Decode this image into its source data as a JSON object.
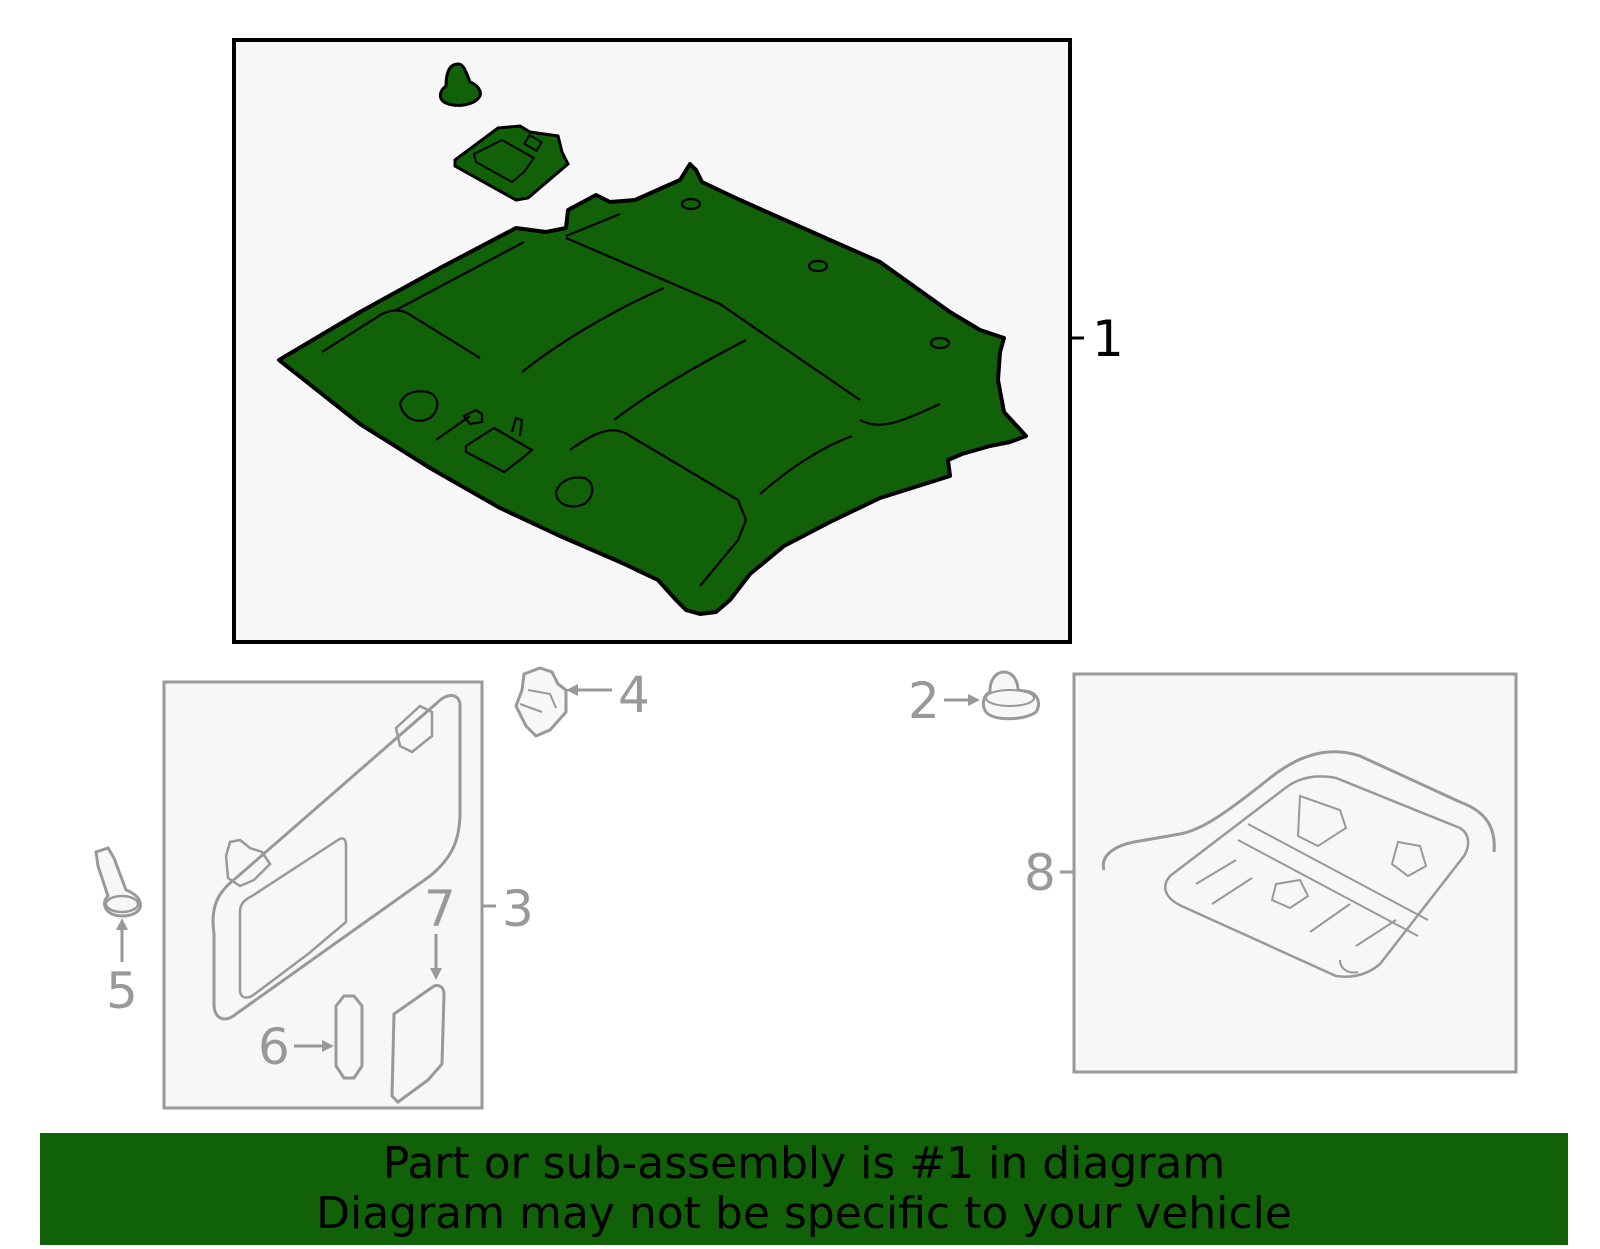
{
  "colors": {
    "highlight": "#116108",
    "outline_active": "#000000",
    "outline_inactive": "#999999",
    "panel_fill": "#f7f7f7"
  },
  "diagram": {
    "callouts": [
      {
        "id": "1",
        "label": "1"
      },
      {
        "id": "2",
        "label": "2"
      },
      {
        "id": "3",
        "label": "3"
      },
      {
        "id": "4",
        "label": "4"
      },
      {
        "id": "5",
        "label": "5"
      },
      {
        "id": "6",
        "label": "6"
      },
      {
        "id": "7",
        "label": "7"
      },
      {
        "id": "8",
        "label": "8"
      }
    ]
  },
  "banner": {
    "line1": "Part or sub-assembly is #1 in diagram",
    "line2": "Diagram may not be specific to your vehicle"
  }
}
